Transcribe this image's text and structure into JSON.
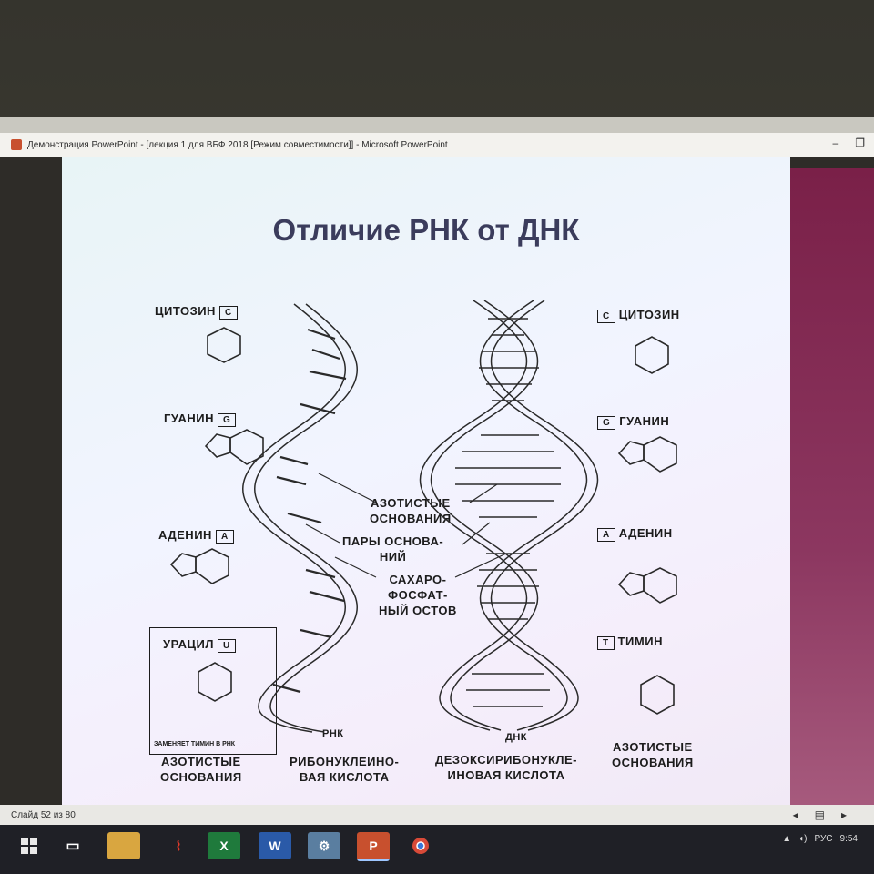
{
  "window": {
    "title": "Демонстрация PowerPoint - [лекция 1 для ВБФ 2018 [Режим совместимости]] - Microsoft PowerPoint",
    "minimize": "–",
    "restore": "❐"
  },
  "slide": {
    "title": "Отличие РНК от ДНК",
    "left_bases": [
      {
        "name": "ЦИТОЗИН",
        "letter": "C"
      },
      {
        "name": "ГУАНИН",
        "letter": "G"
      },
      {
        "name": "АДЕНИН",
        "letter": "A"
      },
      {
        "name": "УРАЦИЛ",
        "letter": "U"
      }
    ],
    "uracil_note": "ЗАМЕНЯЕТ ТИМИН В РНК",
    "right_bases": [
      {
        "name": "ЦИТОЗИН",
        "letter": "C"
      },
      {
        "name": "ГУАНИН",
        "letter": "G"
      },
      {
        "name": "АДЕНИН",
        "letter": "A"
      },
      {
        "name": "ТИМИН",
        "letter": "T"
      }
    ],
    "center_labels": {
      "bases": [
        "АЗОТИСТЫЕ",
        "ОСНОВАНИЯ"
      ],
      "pairs": [
        "ПАРЫ ОСНОВА-",
        "НИЙ"
      ],
      "backbone": [
        "САХАРО-",
        "ФОСФАТ-",
        "НЫЙ ОСТОВ"
      ]
    },
    "rna_label": "РНК",
    "dna_label": "ДНК",
    "bottom_left": [
      "АЗОТИСТЫЕ",
      "ОСНОВАНИЯ"
    ],
    "bottom_rna": [
      "РИБОНУКЛЕИНО-",
      "ВАЯ КИСЛОТА"
    ],
    "bottom_dna": [
      "ДЕЗОКСИРИБОНУКЛЕ-",
      "ИНОВАЯ КИСЛОТА"
    ],
    "bottom_right": [
      "АЗОТИСТЫЕ",
      "ОСНОВАНИЯ"
    ],
    "page_number": "52"
  },
  "status_bar": {
    "slide_counter": "Слайд 52 из 80"
  },
  "taskbar": {
    "apps": [
      "start-icon",
      "task-view-icon",
      "file-explorer-icon",
      "pdf-icon",
      "excel-icon",
      "word-icon",
      "settings-app-icon",
      "powerpoint-icon",
      "chrome-icon"
    ],
    "language": "РУС",
    "time": "9:54"
  }
}
